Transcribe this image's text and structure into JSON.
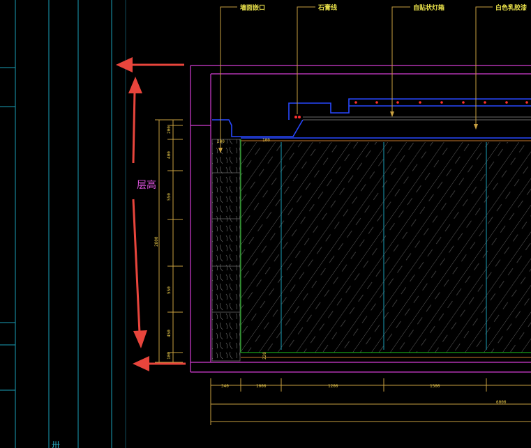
{
  "callouts": {
    "c1": "墙面嵌口",
    "c2": "石膏线",
    "c3": "自贴状灯箱",
    "c4": "白色乳胶漆"
  },
  "annotation": {
    "floor_height": "层高"
  },
  "dims_vertical": {
    "d1": "200",
    "d2": "400",
    "d3": "550",
    "d4": "2800",
    "d5": "550",
    "d6": "450",
    "d7": "100"
  },
  "dims_small": {
    "a": "200",
    "b": "100",
    "c": "220"
  },
  "dims_bottom": {
    "b1": "340",
    "b2": "1000",
    "b3": "1200",
    "b4": "1500",
    "total": "6000"
  },
  "corner_mark": "卅",
  "colors": {
    "background": "#000000",
    "magenta": "#d23cd2",
    "cyan": "#1aa0b8",
    "yellow": "#d2b43c",
    "green": "#1ec81e",
    "blue": "#2848ff",
    "arrow_red": "#e8453c"
  }
}
